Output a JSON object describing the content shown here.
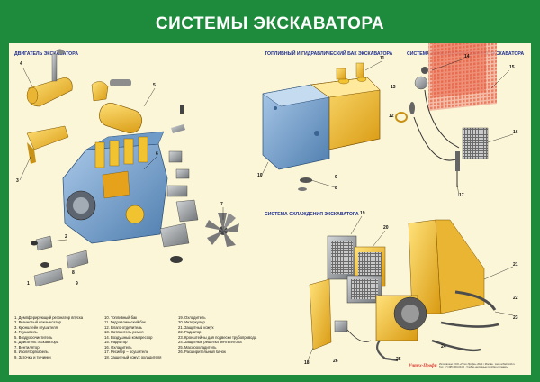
{
  "title": "СИСТЕМЫ ЭКСКАВАТОРА",
  "sections": {
    "engine": "ДВИГАТЕЛЬ ЭКСКАВАТОРА",
    "fuel": "ТОПЛИВНЫЙ И ГИДРАВЛИЧЕСКИЙ БАК ЭКСКАВАТОРА",
    "ac": "СИСТЕМА КОНДИЦИОНИРОВАНИЯ ЭКСКАВАТОРА",
    "cooling": "СИСТЕМА ОХЛАЖДЕНИЯ ЭКСКАВАТОРА"
  },
  "legend": {
    "col1": [
      "1. Демпферирующий резонатор впуска",
      "2. Резиновый кожанесатор",
      "3. Кронштейн глушителя",
      "4. Глушитель",
      "5. Воздухоочиститель",
      "6. Двигатель экскаватора",
      "7. Вентилятор",
      "8. Изолятор/кабель",
      "9. Заточка и тычинки"
    ],
    "col2": [
      "10. Топливный бак",
      "11. Гидравлический бак",
      "12. Влаго-отделитель",
      "13. Натяжитель ремня",
      "14. Воздушный компрессор",
      "15. Радиатор",
      "16. Охладитель",
      "17. Ресивер – осушитель",
      "18. Защитный кожух охладителя"
    ],
    "col3": [
      "19. Охладитель",
      "20. Интеркулер",
      "21. Защитный кожух",
      "22. Радиатор",
      "23. Кронштейны для подвески трубопровода",
      "24. Защитные решетка вентилятора",
      "25. Маслоохладитель",
      "26. Расширительный бачок"
    ]
  },
  "engine_labels": [
    "4",
    "5",
    "3",
    "6",
    "2",
    "7",
    "8",
    "9",
    "1"
  ],
  "fuel_labels": [
    "11",
    "10",
    "9",
    "8"
  ],
  "ac_labels": [
    "14",
    "13",
    "12",
    "15",
    "16",
    "17"
  ],
  "cooling_labels": [
    "19",
    "20",
    "21",
    "22",
    "23",
    "24",
    "25",
    "26",
    "18"
  ],
  "footer": [
    "Изготовлено ООО «Учтех-Профи» 2023 г. Москва · www.uchtehprofi.ru",
    "Тел: +7 (495) 000-00-00 · Учебно-наглядные пособия и плакаты"
  ],
  "brand": "Учтех-Профи"
}
